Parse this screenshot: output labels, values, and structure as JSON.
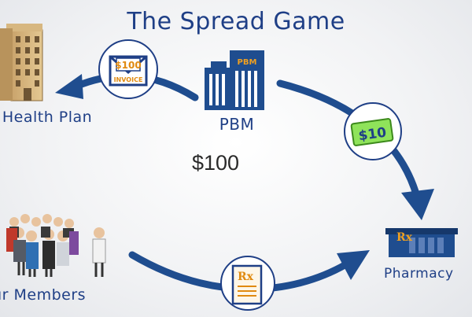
{
  "title": "The Spread Game",
  "health_plan_label": "r Health Plan",
  "pbm_label": "PBM",
  "pbm_building_sign": "PBM",
  "price_text": "$100",
  "invoice": {
    "amount": "$100",
    "label": "INVOICE"
  },
  "spread_amount": "$10",
  "pharmacy_label": "Pharmacy",
  "pharmacy_sign": "Rx",
  "prescription_symbol": "Rx",
  "members_label": "our Members",
  "colors": {
    "navy": "#1f3f86",
    "money_green": "#8fe35a",
    "accent_orange": "#f0a020"
  },
  "icons": [
    "building-icon",
    "envelope-icon",
    "skyscraper-icon",
    "money-bill-icon",
    "pharmacy-icon",
    "prescription-icon",
    "people-icon"
  ]
}
